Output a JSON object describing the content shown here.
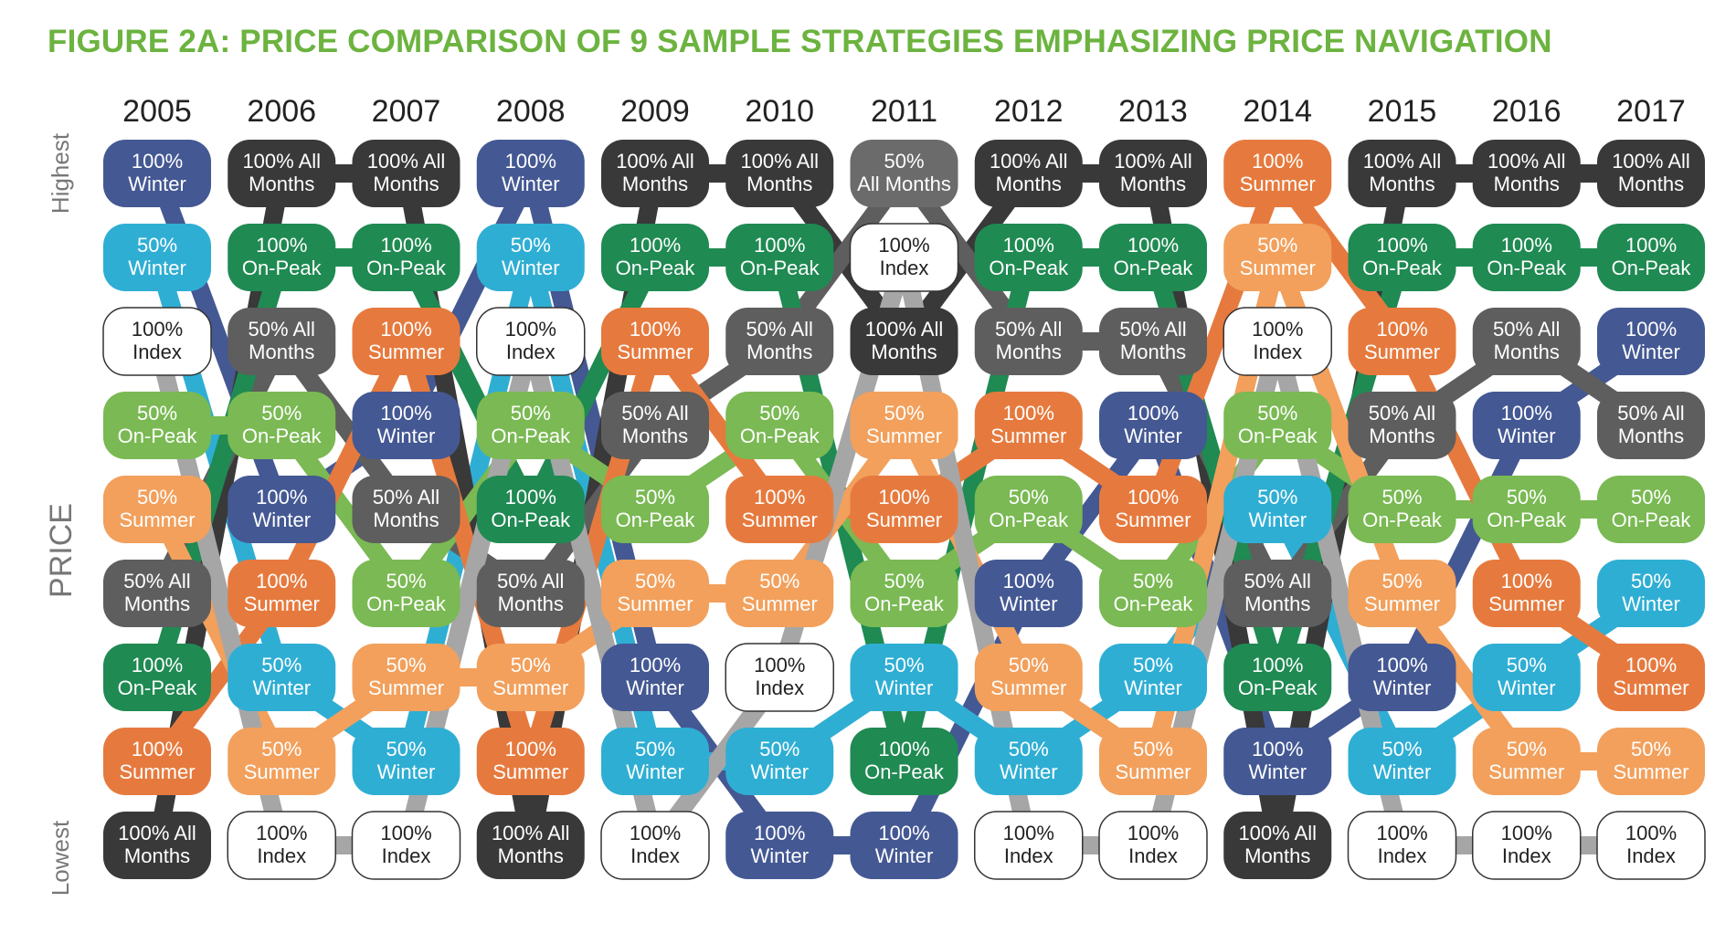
{
  "title": "FIGURE 2A: PRICE COMPARISON OF 9 SAMPLE STRATEGIES EMPHASIZING PRICE NAVIGATION",
  "axis": {
    "ylabel": "PRICE",
    "top_label": "Highest",
    "bottom_label": "Lowest"
  },
  "colors": {
    "100% Winter": "#445893",
    "50% Winter": "#2faed4",
    "100% All Months": "#393939",
    "50% All Months": "#5e5e5e",
    "100% On-Peak": "#1f8a52",
    "50% On-Peak": "#7ab953",
    "100% Summer": "#e67a3e",
    "50% Summer": "#f2a05c",
    "100% Index": "#ffffff",
    "50% All Months (2011)": "#6b6b6b"
  },
  "chart_data": {
    "type": "table",
    "description_of_order": "Strategies ranked by price each year, highest (top) to lowest (bottom)",
    "years": [
      "2005",
      "2006",
      "2007",
      "2008",
      "2009",
      "2010",
      "2011",
      "2012",
      "2013",
      "2014",
      "2015",
      "2016",
      "2017"
    ],
    "rankings": [
      [
        "100% Winter",
        "50% Winter",
        "100% Index",
        "50% On-Peak",
        "50% Summer",
        "50% All Months",
        "100% On-Peak",
        "100% Summer",
        "100% All Months"
      ],
      [
        "100% All Months",
        "100% On-Peak",
        "50% All Months",
        "50% On-Peak",
        "100% Winter",
        "100% Summer",
        "50% Winter",
        "50% Summer",
        "100% Index"
      ],
      [
        "100% All Months",
        "100% On-Peak",
        "100% Summer",
        "100% Winter",
        "50% All Months",
        "50% On-Peak",
        "50% Summer",
        "50% Winter",
        "100% Index"
      ],
      [
        "100% Winter",
        "50% Winter",
        "100% Index",
        "50% On-Peak",
        "100% On-Peak",
        "50% All Months",
        "50% Summer",
        "100% Summer",
        "100% All Months"
      ],
      [
        "100% All Months",
        "100% On-Peak",
        "100% Summer",
        "50% All Months",
        "50% On-Peak",
        "50% Summer",
        "100% Winter",
        "50% Winter",
        "100% Index"
      ],
      [
        "100% All Months",
        "100% On-Peak",
        "50% All Months",
        "50% On-Peak",
        "100% Summer",
        "50% Summer",
        "100% Index",
        "50% Winter",
        "100% Winter"
      ],
      [
        "50% All Months",
        "100% Index",
        "100% All Months",
        "50% Summer",
        "100% Summer",
        "50% On-Peak",
        "50% Winter",
        "100% On-Peak",
        "100% Winter"
      ],
      [
        "100% All Months",
        "100% On-Peak",
        "50% All Months",
        "100% Summer",
        "50% On-Peak",
        "100% Winter",
        "50% Summer",
        "50% Winter",
        "100% Index"
      ],
      [
        "100% All Months",
        "100% On-Peak",
        "50% All Months",
        "100% Winter",
        "100% Summer",
        "50% On-Peak",
        "50% Winter",
        "50% Summer",
        "100% Index"
      ],
      [
        "100% Summer",
        "50% Summer",
        "100% Index",
        "50% On-Peak",
        "50% Winter",
        "50% All Months",
        "100% On-Peak",
        "100% Winter",
        "100% All Months"
      ],
      [
        "100% All Months",
        "100% On-Peak",
        "100% Summer",
        "50% All Months",
        "50% On-Peak",
        "50% Summer",
        "100% Winter",
        "50% Winter",
        "100% Index"
      ],
      [
        "100% All Months",
        "100% On-Peak",
        "50% All Months",
        "100% Winter",
        "50% On-Peak",
        "100% Summer",
        "50% Winter",
        "50% Summer",
        "100% Index"
      ],
      [
        "100% All Months",
        "100% On-Peak",
        "100% Winter",
        "50% All Months",
        "50% On-Peak",
        "50% Winter",
        "100% Summer",
        "50% Summer",
        "100% Index"
      ]
    ],
    "pill_labels": {
      "100% Winter": [
        "100%",
        "Winter"
      ],
      "50% Winter": [
        "50%",
        "Winter"
      ],
      "100% All Months": [
        "100% All",
        "Months"
      ],
      "50% All Months": [
        "50% All",
        "Months"
      ],
      "100% On-Peak": [
        "100%",
        "On-Peak"
      ],
      "50% On-Peak": [
        "50%",
        "On-Peak"
      ],
      "100% Summer": [
        "100%",
        "Summer"
      ],
      "50% Summer": [
        "50%",
        "Summer"
      ],
      "100% Index": [
        "100%",
        "Index"
      ]
    },
    "special_labels": {
      "6:0": [
        "50%",
        "All Months"
      ]
    }
  }
}
